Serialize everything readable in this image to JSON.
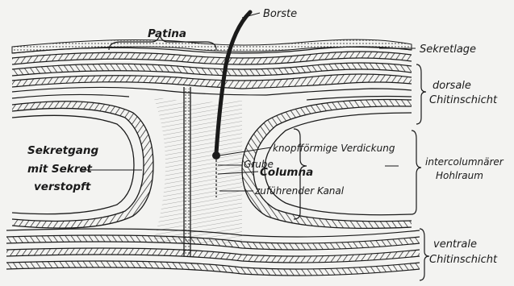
{
  "labels": {
    "borste": "Borste",
    "patina": "Patina",
    "sekretlage": "Sekretlage",
    "dorsale_1": "dorsale",
    "dorsale_2": "Chitinschicht",
    "sekretgang_1": "Sekretgang",
    "sekretgang_2": "mit Sekret",
    "sekretgang_3": "verstopft",
    "knopf": "knopfförmige Verdickung",
    "grube": "Grube",
    "columna": "Columna",
    "kanal": "zuführender Kanal",
    "interco_1": "intercolumnärer",
    "interco_2": "Hohlraum",
    "ventrale_1": "ventrale",
    "ventrale_2": "Chitinschicht"
  },
  "colors": {
    "ink": "#1a1a1a",
    "paper": "#f3f3f1"
  }
}
